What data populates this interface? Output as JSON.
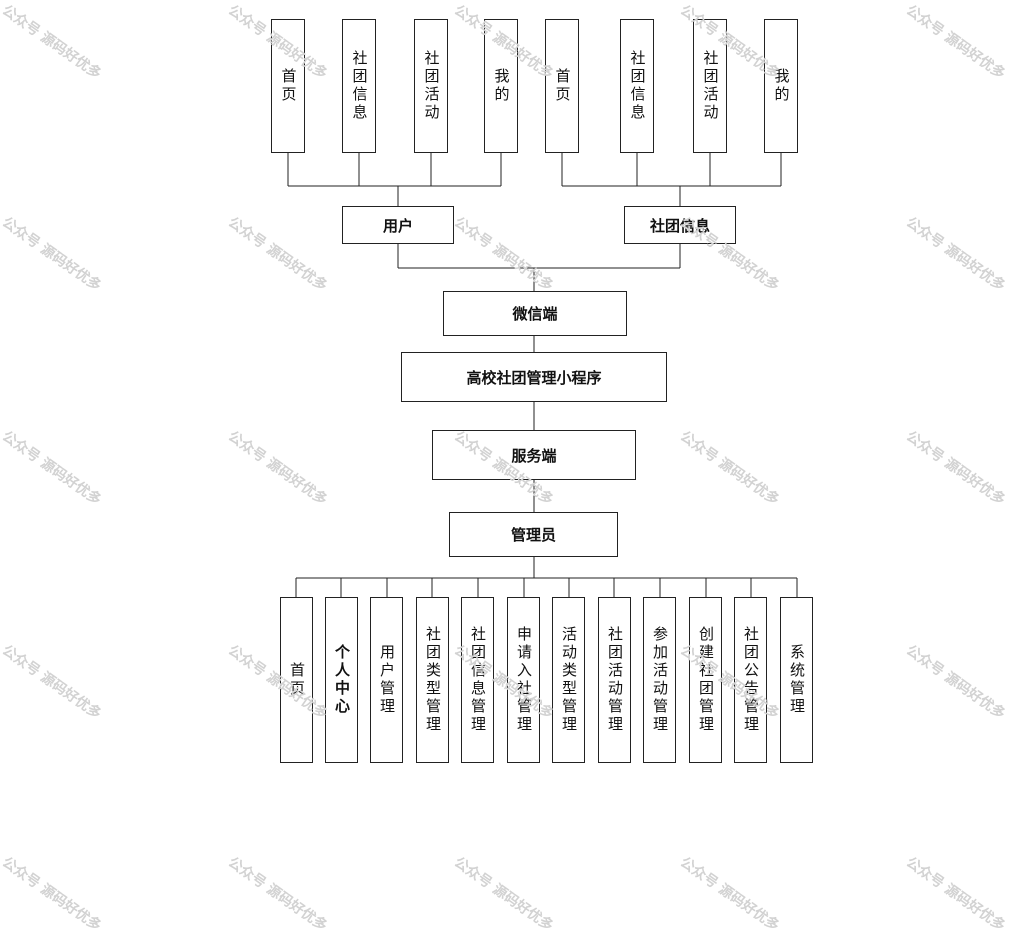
{
  "diagram": {
    "wechat_side": {
      "user_children": [
        "首页",
        "社团信息",
        "社团活动",
        "我的"
      ],
      "user": "用户",
      "club_children": [
        "首页",
        "社团信息",
        "社团活动",
        "我的"
      ],
      "club": "社团信息",
      "client": "微信端"
    },
    "root": "高校社团管理小程序",
    "server": "服务端",
    "admin": "管理员",
    "admin_children": [
      "首页",
      "个人中心",
      "用户管理",
      "社团类型管理",
      "社团信息管理",
      "申请入社管理",
      "活动类型管理",
      "社团活动管理",
      "参加活动管理",
      "创建社团管理",
      "社团公告管理",
      "系统管理"
    ]
  },
  "watermark": "公众号 源码好优多"
}
